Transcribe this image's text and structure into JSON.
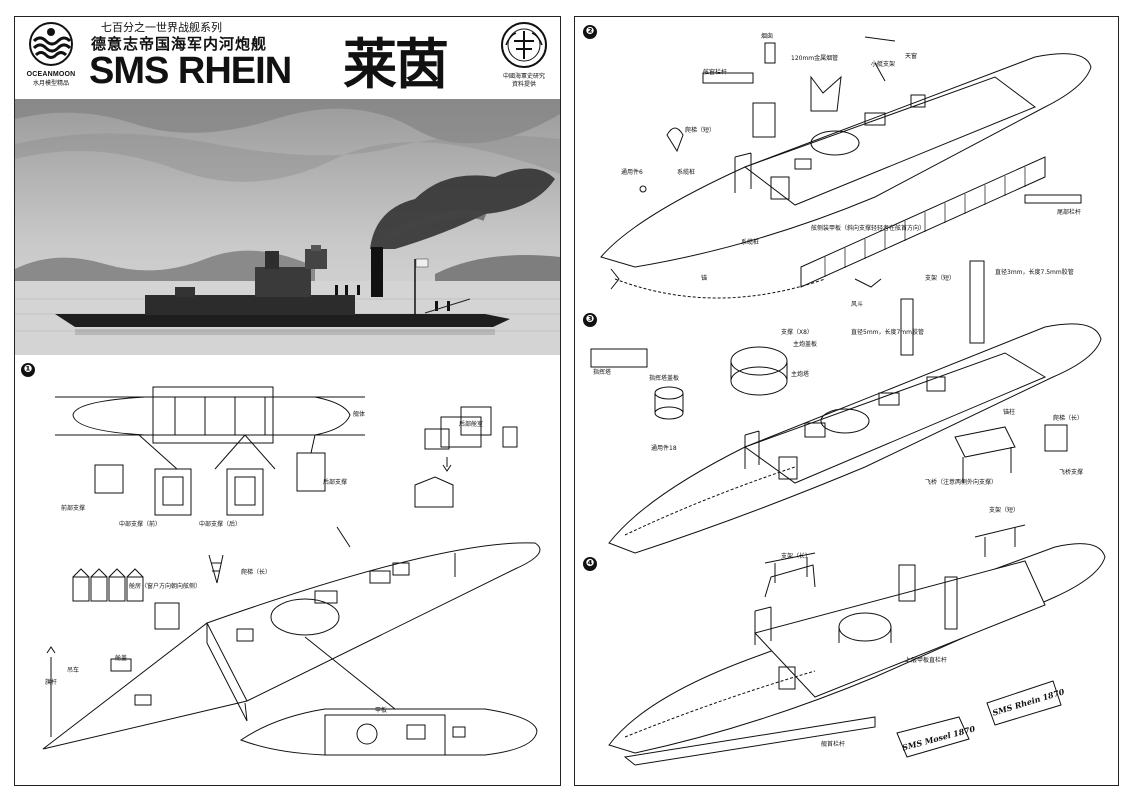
{
  "header": {
    "brand_name": "OCEANMOON",
    "brand_sub": "水月模型精品",
    "series_title": "七百分之一世界战舰系列",
    "ship_class": "德意志帝国海军内河炮舰",
    "ship_name_en": "SMS RHEIN",
    "ship_name_cn": "莱茵",
    "seal_text_1": "中國海軍史研究",
    "seal_text_2": "資料提供"
  },
  "steps": [
    "❶",
    "❷",
    "❸",
    "❹"
  ],
  "step1": {
    "hull": "舰体",
    "front_support": "前部支撑",
    "mid_front_support": "中部支撑（前）",
    "mid_rear_support": "中部支撑（后）",
    "rear_support": "后部支撑",
    "aft_cabin": "后部舱室",
    "cabin_note": "舱房（窗户方向朝向舷侧）",
    "ladder_long": "爬梯（长）",
    "hatch": "舱盖",
    "crane": "吊车",
    "flagpole": "旗杆",
    "deck": "甲板"
  },
  "step2": {
    "funnel": "烟囱",
    "vent_pipe": "120mm金属烟管",
    "boat_rack": "小艇支架",
    "skylight": "天窗",
    "rail": "舷窗栏杆",
    "ladder_short": "爬梯（短）",
    "general_part": "通用件6",
    "bollard": "系缆桩",
    "side_plate": "舷侧装甲板（斜向支撑轻轻者在舷首方向）",
    "anchor": "锚",
    "stern_rail": "尾部栏杆"
  },
  "step3": {
    "control_tower": "指挥塔",
    "tower_cover": "指挥塔盖板",
    "support_x8": "支撑（X8）",
    "turret_cover": "主炮盖板",
    "main_turret": "主炮塔",
    "general_part_18": "通用件18",
    "vent": "风斗",
    "support_short": "支架（短）",
    "pipe_5mm": "直径5mm，长度7mm胶管",
    "pipe_3mm": "直径3mm，长度7.5mm胶管",
    "anchor_post": "锚柱",
    "ladder_long": "爬梯（长）",
    "bridge": "飞桥（注意两侧外向支撑）",
    "bridge_support": "飞桥支撑"
  },
  "step4": {
    "support_long": "支架（长）",
    "support_short": "支架（短）",
    "upper_rail": "上层甲板直栏杆",
    "bow_rail": "舰首栏杆",
    "plate_1": "SMS Mosel 1870",
    "plate_2": "SMS Rhein 1870"
  }
}
